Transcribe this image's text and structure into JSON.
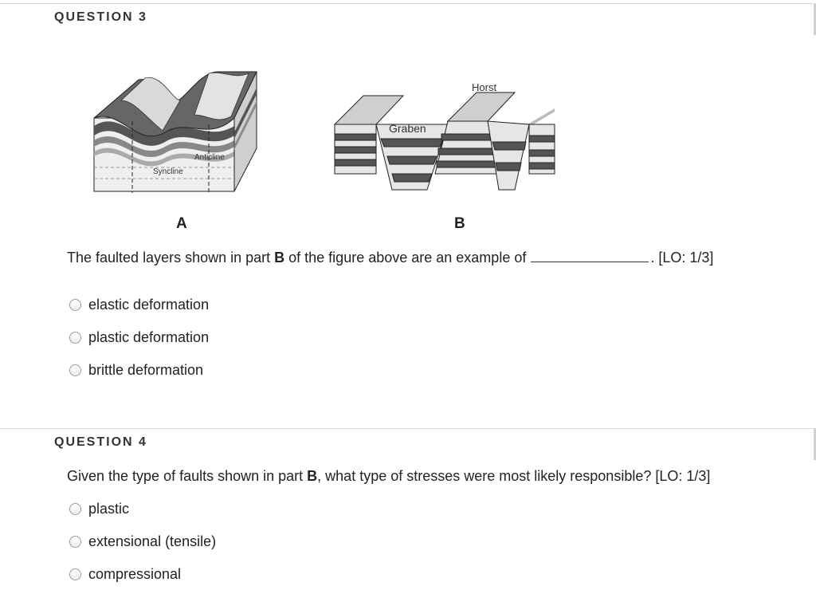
{
  "q3": {
    "title": "QUESTION 3",
    "figure": {
      "label_a": "A",
      "label_b": "B",
      "syncline": "Syncline",
      "anticline": "Anticline",
      "horst": "Horst",
      "graben": "Graben"
    },
    "prompt_pre": "The faulted layers shown in part ",
    "prompt_bold": "B",
    "prompt_post": " of the figure above are an example of",
    "prompt_tail": ". [LO: 1/3]",
    "options": [
      "elastic deformation",
      "plastic deformation",
      "brittle deformation"
    ]
  },
  "q4": {
    "title": "QUESTION 4",
    "prompt_pre": "Given the type of faults shown in part ",
    "prompt_bold": "B",
    "prompt_post": ", what type of stresses were most likely responsible? [LO: 1/3]",
    "options": [
      "plastic",
      "extensional (tensile)",
      "compressional"
    ]
  }
}
